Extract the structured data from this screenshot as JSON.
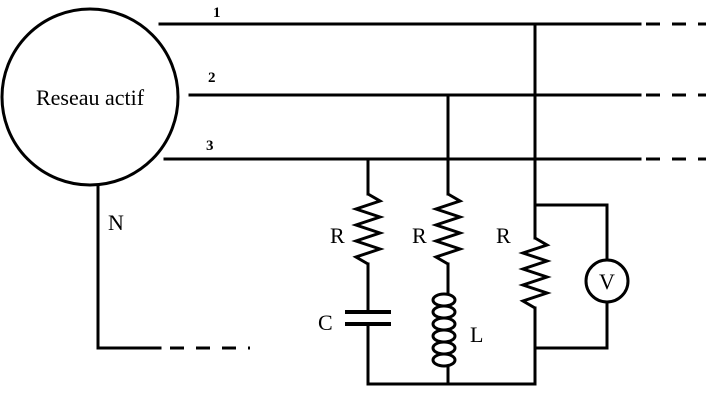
{
  "network": {
    "label": "Reseau actif"
  },
  "lines": [
    {
      "label": "1"
    },
    {
      "label": "2"
    },
    {
      "label": "3"
    },
    {
      "label": "N"
    }
  ],
  "components": {
    "r1": {
      "label": "R"
    },
    "r2": {
      "label": "R"
    },
    "r3": {
      "label": "R"
    },
    "capacitor": {
      "label": "C"
    },
    "inductor": {
      "label": "L"
    },
    "voltmeter": {
      "label": "V"
    }
  }
}
